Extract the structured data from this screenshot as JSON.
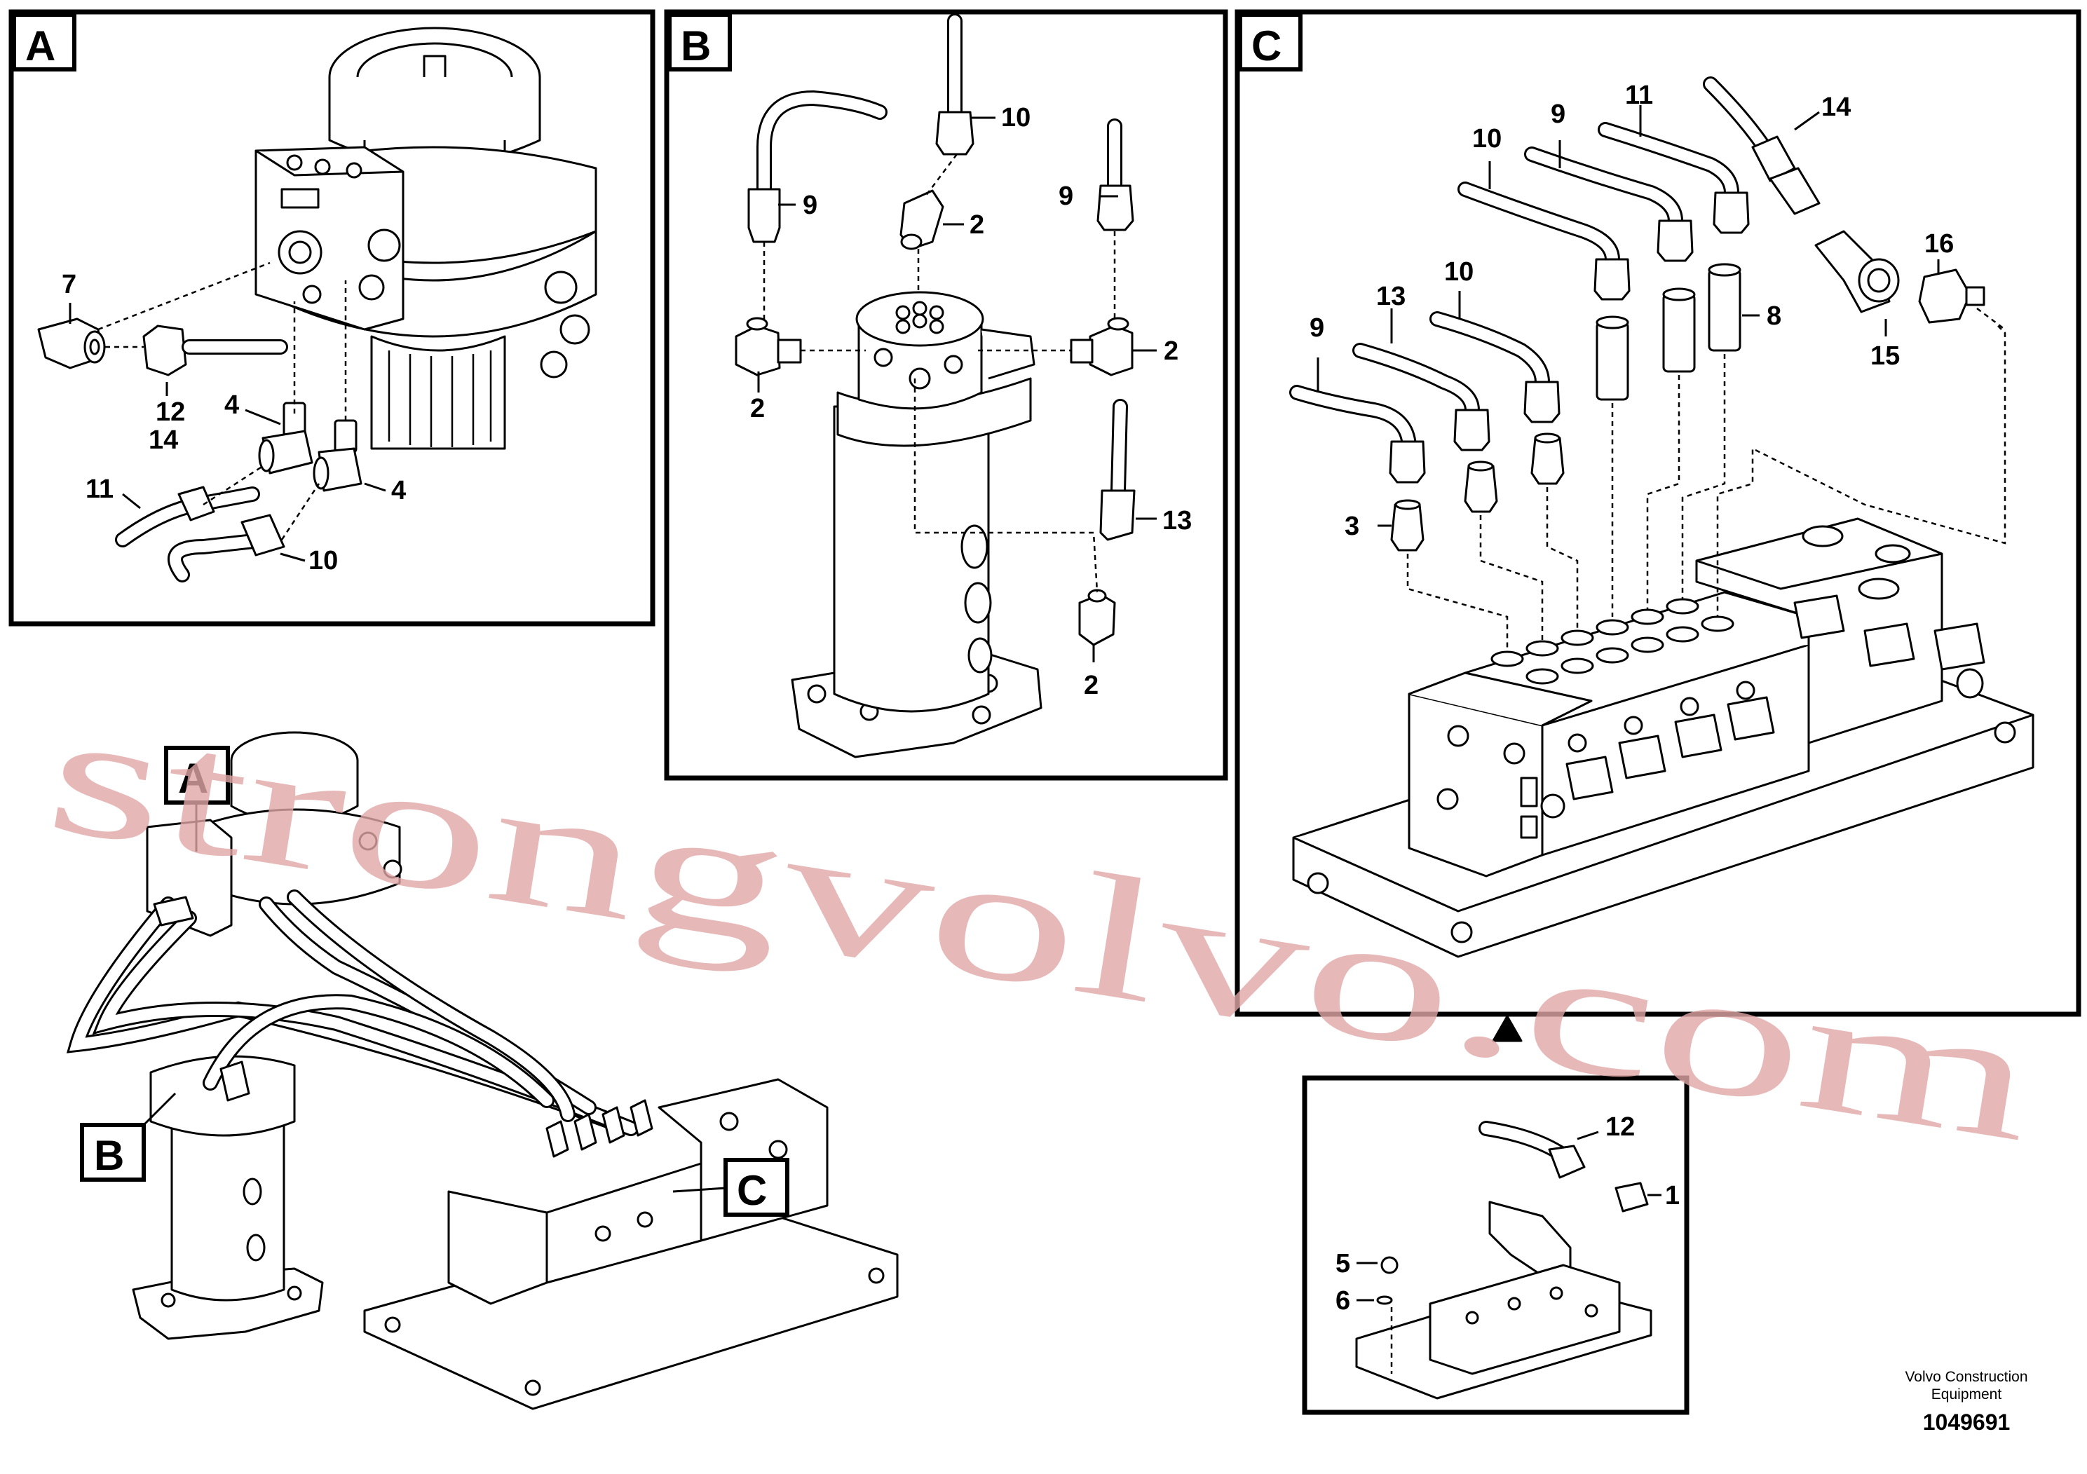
{
  "panels": {
    "A": {
      "tag": "A",
      "callouts": [
        "7",
        "12",
        "14",
        "4",
        "4",
        "11",
        "10"
      ]
    },
    "B": {
      "tag": "B",
      "callouts": [
        "10",
        "9",
        "2",
        "9",
        "2",
        "2",
        "13",
        "2"
      ]
    },
    "C": {
      "tag": "C",
      "callouts": [
        "14",
        "11",
        "9",
        "10",
        "16",
        "10",
        "13",
        "8",
        "9",
        "15",
        "3"
      ]
    },
    "detail": {
      "callouts": [
        "12",
        "1",
        "5",
        "6"
      ]
    }
  },
  "overview": {
    "tags": [
      "A",
      "B",
      "C"
    ]
  },
  "watermark": "strongvolvo.com",
  "footer": {
    "company_line1": "Volvo Construction",
    "company_line2": "Equipment",
    "drawing_number": "1049691"
  }
}
